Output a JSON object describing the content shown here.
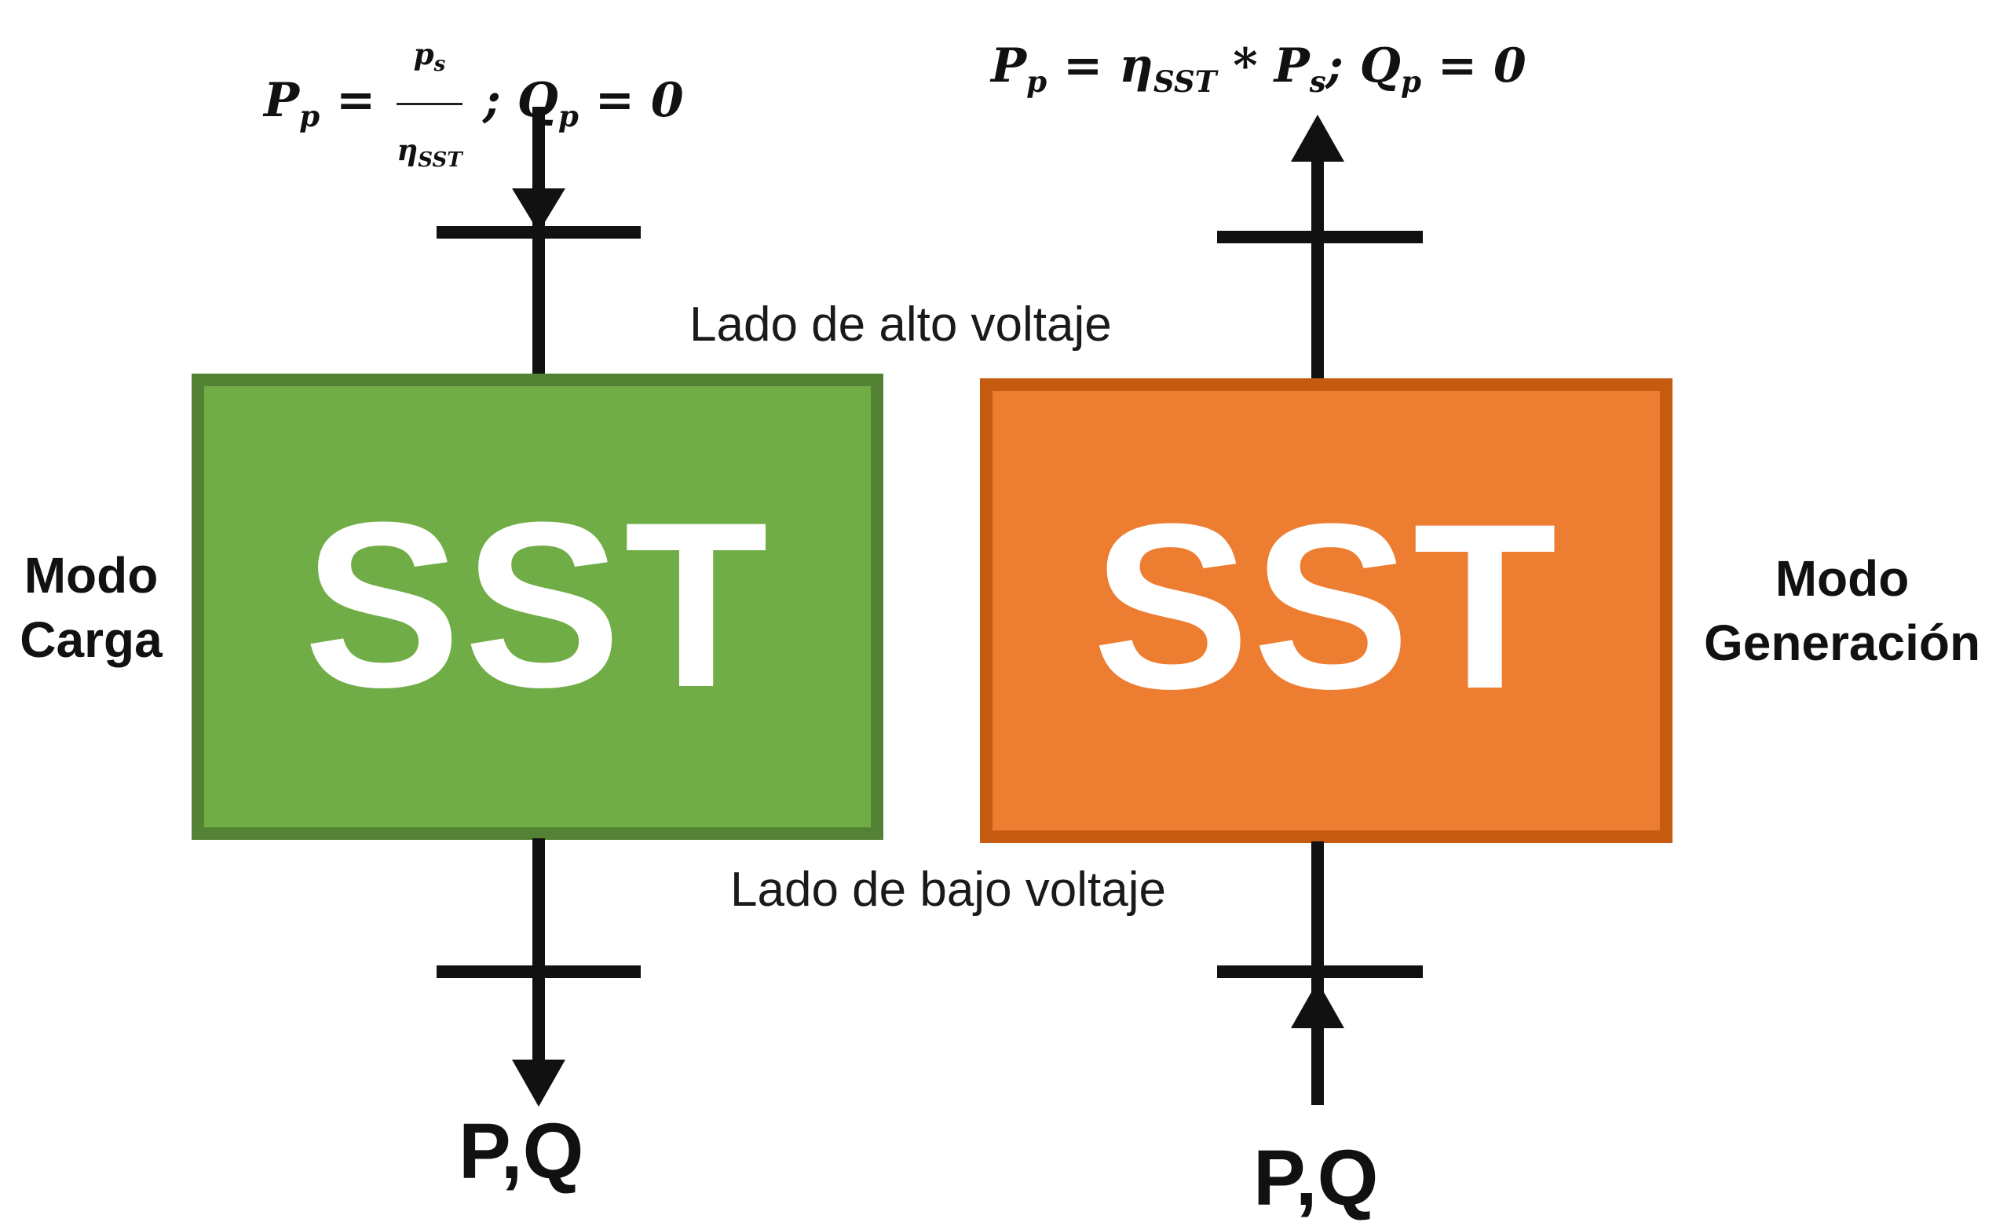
{
  "left_unit": {
    "box_label": "SST",
    "mode_label_line1": "Modo",
    "mode_label_line2": "Carga",
    "bottom_label": "P,Q",
    "fill_color": "#70ad47",
    "border_color": "#548235",
    "formula": {
      "lhs_var": "P",
      "lhs_sub": "p",
      "equals": " = ",
      "frac_num_var": "p",
      "frac_num_sub": "s",
      "frac_den_var": "η",
      "frac_den_sub": "SST",
      "separator": " ; ",
      "q_var": "Q",
      "q_sub": "p",
      "q_rhs": " = 0"
    }
  },
  "right_unit": {
    "box_label": "SST",
    "mode_label_line1": "Modo",
    "mode_label_line2": "Generación",
    "bottom_label": "P,Q",
    "fill_color": "#ed7d31",
    "border_color": "#c55a11",
    "formula": {
      "lhs_var": "P",
      "lhs_sub": "p",
      "equals": " = ",
      "eta_var": "η",
      "eta_sub": "SST",
      "times": " * ",
      "ps_var": "P",
      "ps_sub": "s",
      "separator": "; ",
      "q_var": "Q",
      "q_sub": "p",
      "q_rhs": " = 0"
    }
  },
  "side_labels": {
    "high_voltage": "Lado de alto voltaje",
    "low_voltage": "Lado de bajo voltaje"
  },
  "colors": {
    "line": "#111111",
    "text_on_box": "#ffffff"
  }
}
